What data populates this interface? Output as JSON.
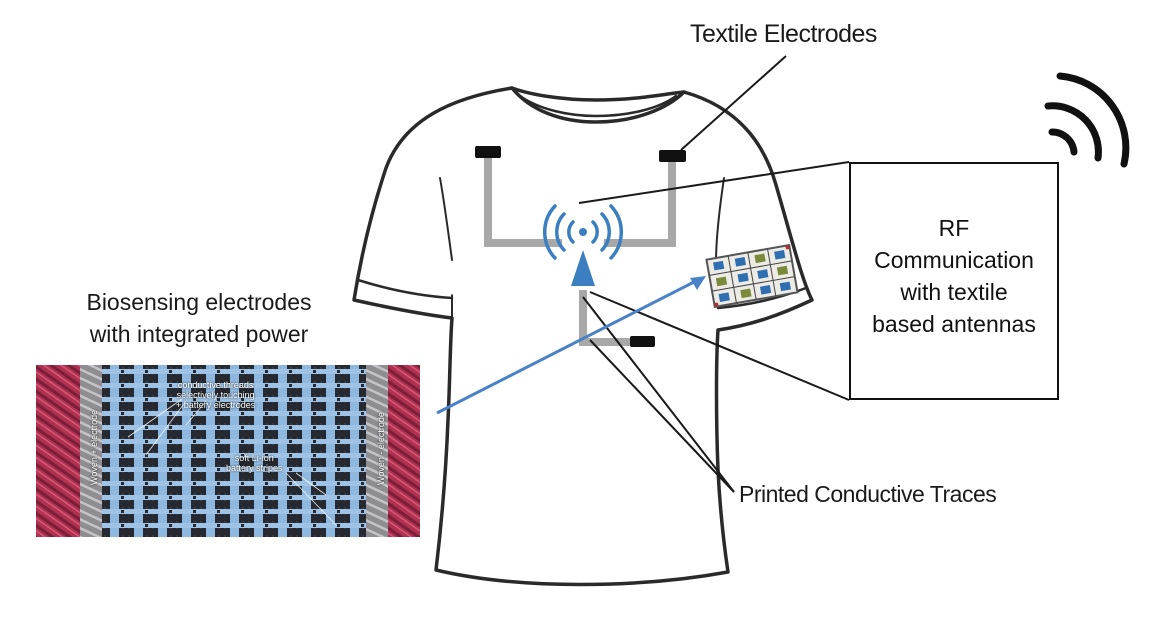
{
  "labels": {
    "textile_electrodes": "Textile Electrodes",
    "printed_traces": "Printed Conductive Traces",
    "biosensing_line1": "Biosensing electrodes",
    "biosensing_line2": "with integrated power",
    "rf_line1": "RF",
    "rf_line2": "Communication",
    "rf_line3": "with textile",
    "rf_line4": "based antennas"
  },
  "fabric_photo": {
    "note_threads_line1": "conductive threads",
    "note_threads_line2": "selectively touching",
    "note_threads_line3": "+ battery electrodes",
    "note_battery_line1": "soft Li-ion",
    "note_battery_line2": "battery stripes",
    "side_left": "Woven + electrode",
    "side_right": "Woven - electrode"
  },
  "colors": {
    "antenna_blue": "#3b7fc0",
    "trace_gray": "#a8a8a8",
    "electrode_black": "#111111",
    "fabric_red": "#b0304f",
    "fabric_blue": "#8fb8e0"
  },
  "icons": {
    "wireless": "wireless-signal-icon",
    "antenna": "antenna-tower-icon",
    "patch": "textile-antenna-patch-icon"
  }
}
